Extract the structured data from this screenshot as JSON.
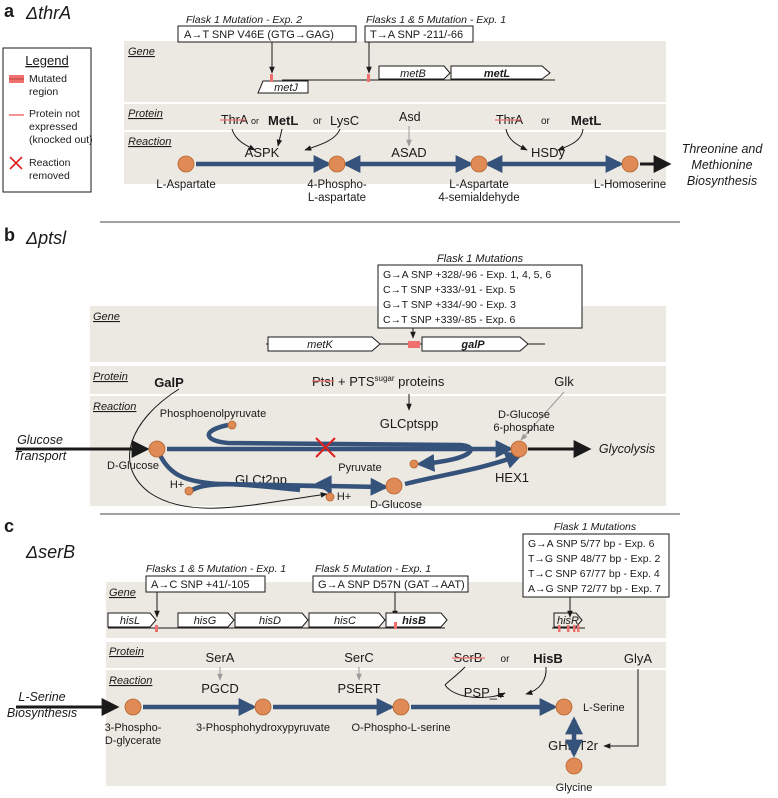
{
  "colors": {
    "band": "#ece8e2",
    "arrow_blue": "#34527a",
    "node_orange": "#e08a55",
    "highlight_orange": "#e8772e",
    "mutation_red": "#f07070",
    "gray_text": "#9b9b9b",
    "separator": "#444444"
  },
  "legend": {
    "title": "Legend",
    "mutated": [
      "Mutated",
      "region"
    ],
    "knocked": [
      "Protein not",
      "expressed",
      "(knocked out)"
    ],
    "removed": [
      "Reaction",
      "removed"
    ]
  },
  "band_labels": {
    "gene": "Gene",
    "protein": "Protein",
    "reaction": "Reaction"
  },
  "panel_a": {
    "letter": "a",
    "title": "ΔthrA",
    "mutation1": {
      "title": "Flask 1 Mutation - Exp. 2",
      "text": "A→T SNP V46E (GTG→GAG)"
    },
    "mutation2": {
      "title": "Flasks 1 & 5 Mutation - Exp. 1",
      "text": "T→A SNP -211/-66"
    },
    "genes": {
      "metJ": "metJ",
      "metB": "metB",
      "metL": "metL"
    },
    "proteins": {
      "thrA_1": "ThrA",
      "or1": "or",
      "metL": "MetL",
      "or2": "or",
      "lysC": "LysC",
      "asd": "Asd",
      "thrA_2": "ThrA",
      "or3": "or",
      "metL_2": "MetL"
    },
    "reactions": {
      "aspk": "ASPK",
      "asad": "ASAD",
      "hsdy": "HSDy"
    },
    "metabolites": {
      "l_aspartate": [
        "L-Aspartate"
      ],
      "phospho_aspartate": [
        "4-Phospho-",
        "L-aspartate"
      ],
      "aspartate_semialdehyde": [
        "L-Aspartate",
        "4-semialdehyde"
      ],
      "l_homoserine": [
        "L-Homoserine"
      ]
    },
    "outcome": [
      "Threonine and",
      "Methionine",
      "Biosynthesis"
    ]
  },
  "panel_b": {
    "letter": "b",
    "title": "Δptsl",
    "mutation_title": "Flask 1 Mutations",
    "mutations": [
      "G→A SNP +328/-96 - Exp. 1, 4, 5, 6",
      "C→T SNP +333/-91 - Exp. 5",
      "G→T SNP +334/-90 - Exp. 3",
      "C→T SNP +339/-85 - Exp. 6"
    ],
    "genes": {
      "metK": "metK",
      "galP": "galP"
    },
    "proteins": {
      "galP": "GalP",
      "ptsi": "PtsI",
      "pts_mid": " + PTS",
      "pts_sup": "sugar",
      "pts_end": " proteins",
      "glk": "Glk"
    },
    "reactions": {
      "glcptspp": "GLCptspp",
      "glct2pp": "GLCt2pp",
      "hex1": "HEX1"
    },
    "metabolites": {
      "pep": "Phosphoenolpyruvate",
      "pyruvate": "Pyruvate",
      "d_glucose_left": "D-Glucose",
      "h_plus_left": "H+",
      "h_plus_right": "H+",
      "d_glucose_mid": "D-Glucose",
      "g6p": [
        "D-Glucose",
        "6-phosphate"
      ]
    },
    "input": [
      "Glucose",
      "Transport"
    ],
    "outcome": "Glycolysis"
  },
  "panel_c": {
    "letter": "c",
    "title": "ΔserB",
    "mutation1": {
      "title": "Flasks 1 & 5 Mutation - Exp. 1",
      "text": "A→C SNP +41/-105"
    },
    "mutation2": {
      "title": "Flask 5 Mutation - Exp. 1",
      "text": "G→A SNP D57N (GAT→AAT)"
    },
    "mutation3_title": "Flask 1 Mutations",
    "mutations3": [
      "G→A SNP 5/77 bp - Exp. 6",
      "T→G SNP 48/77 bp - Exp. 2",
      "T→C SNP 67/77 bp - Exp. 4",
      "A→G SNP 72/77 bp - Exp. 7"
    ],
    "genes": {
      "hisL": "hisL",
      "hisG": "hisG",
      "hisD": "hisD",
      "hisC": "hisC",
      "hisB": "hisB",
      "hisR": "hisR"
    },
    "proteins": {
      "serA": "SerA",
      "serC": "SerC",
      "serB": "SerB",
      "or": "or",
      "hisB": "HisB",
      "glyA": "GlyA"
    },
    "reactions": {
      "pgcd": "PGCD",
      "psert": "PSERT",
      "psp_l": "PSP_L",
      "ghmt2r": "GHMT2r"
    },
    "metabolites": {
      "phospho_glycerate": [
        "3-Phospho-",
        "D-glycerate"
      ],
      "phosphohydroxypyruvate": "3-Phosphohydroxypyruvate",
      "phospho_serine": "O-Phospho-L-serine",
      "l_serine": "L-Serine",
      "glycine": "Glycine"
    },
    "input": [
      "L-Serine",
      "Biosynthesis"
    ]
  }
}
